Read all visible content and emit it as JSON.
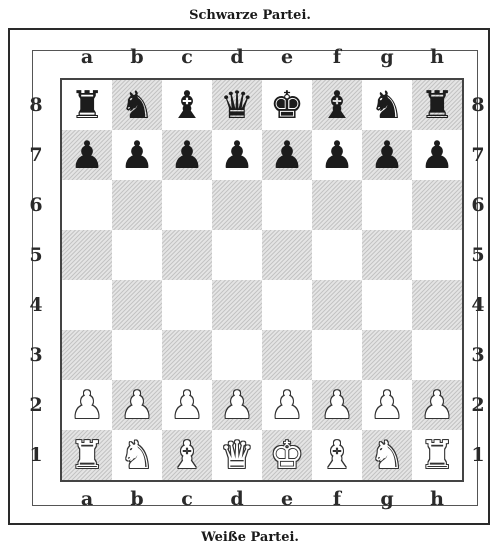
{
  "captions": {
    "top": "Schwarze Partei.",
    "bottom": "Weiße Partei."
  },
  "files": [
    "a",
    "b",
    "c",
    "d",
    "e",
    "f",
    "g",
    "h"
  ],
  "ranks": [
    "8",
    "7",
    "6",
    "5",
    "4",
    "3",
    "2",
    "1"
  ],
  "position": [
    [
      "br",
      "bn",
      "bb",
      "bq",
      "bk",
      "bb",
      "bn",
      "br"
    ],
    [
      "bp",
      "bp",
      "bp",
      "bp",
      "bp",
      "bp",
      "bp",
      "bp"
    ],
    [
      "",
      "",
      "",
      "",
      "",
      "",
      "",
      ""
    ],
    [
      "",
      "",
      "",
      "",
      "",
      "",
      "",
      ""
    ],
    [
      "",
      "",
      "",
      "",
      "",
      "",
      "",
      ""
    ],
    [
      "",
      "",
      "",
      "",
      "",
      "",
      "",
      ""
    ],
    [
      "wp",
      "wp",
      "wp",
      "wp",
      "wp",
      "wp",
      "wp",
      "wp"
    ],
    [
      "wr",
      "wn",
      "wb",
      "wq",
      "wk",
      "wb",
      "wn",
      "wr"
    ]
  ],
  "pieces": {
    "k": {
      "name": "king",
      "glyph": "♚"
    },
    "q": {
      "name": "queen",
      "glyph": "♛"
    },
    "r": {
      "name": "rook",
      "glyph": "♜"
    },
    "b": {
      "name": "bishop",
      "glyph": "♝"
    },
    "n": {
      "name": "knight",
      "glyph": "♞"
    },
    "p": {
      "name": "pawn",
      "glyph": "♟"
    }
  },
  "colors": {
    "white": "#ffffff",
    "black": "#1c1c1c",
    "dark_square": "#d0d0d0",
    "light_square": "#ffffff"
  }
}
